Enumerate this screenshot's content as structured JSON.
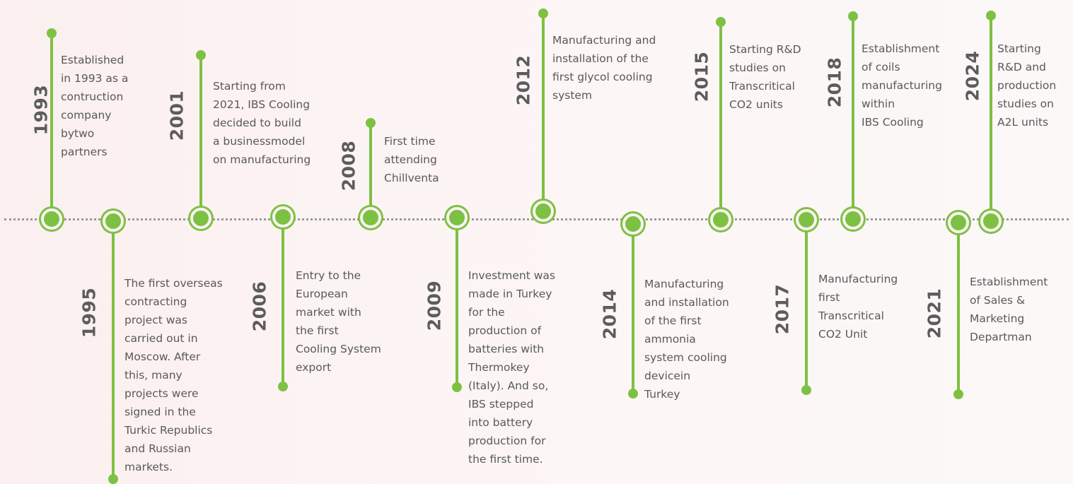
{
  "accent_color": "#7dc143",
  "events": [
    {
      "id": "1993",
      "year": "1993",
      "position": "top",
      "lines": [
        "Established",
        "in 1993 as a",
        "contruction",
        "company",
        "bytwo",
        "partners"
      ]
    },
    {
      "id": "1995",
      "year": "1995",
      "position": "bottom",
      "lines": [
        "The first overseas",
        "contracting",
        "project was",
        "carried out in",
        "Moscow. After",
        "this, many",
        "projects were",
        "signed in the",
        "Turkic Republics",
        "and Russian",
        "markets."
      ]
    },
    {
      "id": "2001",
      "year": "2001",
      "position": "top",
      "lines": [
        "Starting from",
        "2021, IBS Cooling",
        "decided to build",
        "a businessmodel",
        "on manufacturing"
      ]
    },
    {
      "id": "2006",
      "year": "2006",
      "position": "bottom",
      "lines": [
        "Entry to the",
        "European",
        "market with",
        "the first",
        "Cooling System",
        "export"
      ]
    },
    {
      "id": "2008",
      "year": "2008",
      "position": "top",
      "lines": [
        "First time",
        "attending",
        "Chillventa"
      ]
    },
    {
      "id": "2009",
      "year": "2009",
      "position": "bottom",
      "lines": [
        "Investment was",
        "made in Turkey",
        "for the",
        "production of",
        "batteries with",
        "Thermokey",
        "(Italy). And so,",
        "IBS stepped",
        "into battery",
        "production for",
        "the first time."
      ]
    },
    {
      "id": "2012",
      "year": "2012",
      "position": "top",
      "lines": [
        "Manufacturing and",
        "installation of the",
        "first glycol cooling",
        "system"
      ]
    },
    {
      "id": "2014",
      "year": "2014",
      "position": "bottom",
      "lines": [
        "Manufacturing",
        "and installation",
        "of the first",
        "ammonia",
        "system cooling",
        "devicein",
        "Turkey"
      ]
    },
    {
      "id": "2015",
      "year": "2015",
      "position": "top",
      "lines": [
        "Starting R&D",
        "studies on",
        "Transcritical",
        "CO2 units"
      ]
    },
    {
      "id": "2017",
      "year": "2017",
      "position": "bottom",
      "lines": [
        "Manufacturing",
        "first",
        "Transcritical",
        "CO2 Unit"
      ]
    },
    {
      "id": "2018",
      "year": "2018",
      "position": "top",
      "lines": [
        "Establishment",
        "of coils",
        "manufacturing",
        "within",
        "IBS Cooling"
      ]
    },
    {
      "id": "2021",
      "year": "2021",
      "position": "bottom",
      "lines": [
        "Establishment",
        "of Sales &",
        "Marketing",
        "Departman"
      ]
    },
    {
      "id": "2024",
      "year": "2024",
      "position": "top",
      "lines": [
        "Starting",
        "R&D and",
        "production",
        "studies on",
        "A2L units"
      ]
    }
  ]
}
